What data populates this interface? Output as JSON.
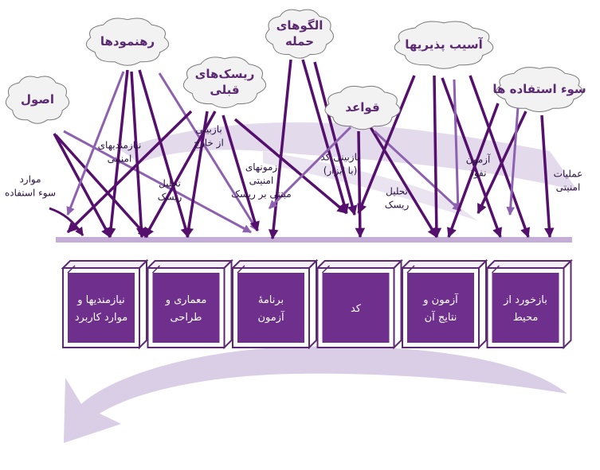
{
  "colors": {
    "arrow": "#55106e",
    "arrow_light": "#8e60b0",
    "swoosh": "#d9cee6",
    "bar": "#c4aed7",
    "box_front": "#6f2f8c",
    "box_top": "#f3eef7",
    "box_side": "#ffffff",
    "box_stroke": "#5b2a72",
    "cloud_fill": "#f2f2f2",
    "cloud_stroke": "#7a7a7a",
    "cloud_text": "#5b2a72"
  },
  "clouds": [
    {
      "id": "principles",
      "label": "اصول",
      "lines": [
        "اصول"
      ]
    },
    {
      "id": "guidelines",
      "label": "رهنمودها",
      "lines": [
        "رهنمودها"
      ]
    },
    {
      "id": "previous-risks",
      "label": "ریسک‌های قبلی",
      "lines": [
        "ریسک‌های",
        "قبلی"
      ]
    },
    {
      "id": "attack-patterns",
      "label": "الگوهای حمله",
      "lines": [
        "الگوهای",
        "حمله"
      ]
    },
    {
      "id": "rules",
      "label": "قواعد",
      "lines": [
        "قواعد"
      ]
    },
    {
      "id": "vulnerabilities",
      "label": "آسیب پذیریها",
      "lines": [
        "آسیب پذیریها"
      ]
    },
    {
      "id": "abuse",
      "label": "سوء استفاده ها",
      "lines": [
        "سوء استفاده ها"
      ]
    }
  ],
  "activities": [
    {
      "id": "abuse-cases",
      "lines": [
        "موارد",
        "سوء استفاده"
      ]
    },
    {
      "id": "security-requirements",
      "lines": [
        "نیازمندیهای",
        "امنیتی"
      ]
    },
    {
      "id": "risk-analysis-1",
      "lines": [
        "تحلیل",
        "ریسک"
      ]
    },
    {
      "id": "external-review",
      "lines": [
        "بازبینی",
        "از خارج"
      ]
    },
    {
      "id": "risk-based-tests",
      "lines": [
        "زمونهای",
        "امنیتی",
        "مبتنی بر ریسک"
      ]
    },
    {
      "id": "code-review",
      "lines": [
        "بازبینی کد",
        "(با ابزار)"
      ]
    },
    {
      "id": "risk-analysis-2",
      "lines": [
        "تحلیل",
        "ریسک"
      ]
    },
    {
      "id": "penetration-testing",
      "lines": [
        "آزمون",
        "نفوذ"
      ]
    },
    {
      "id": "security-operations",
      "lines": [
        "عملیات",
        "امنیتی"
      ]
    }
  ],
  "phases": [
    {
      "id": "requirements",
      "lines": [
        "نیازمندیها و",
        "موارد کاربرد"
      ]
    },
    {
      "id": "architecture",
      "lines": [
        "معماری و",
        "طراحی"
      ]
    },
    {
      "id": "test-plans",
      "lines": [
        "برنامهٔ",
        "آزمون"
      ]
    },
    {
      "id": "code",
      "lines": [
        "کد"
      ]
    },
    {
      "id": "test-results",
      "lines": [
        "آزمون و",
        "نتایج آن"
      ]
    },
    {
      "id": "field-feedback",
      "lines": [
        "بازخورد از",
        "محیط"
      ]
    }
  ]
}
